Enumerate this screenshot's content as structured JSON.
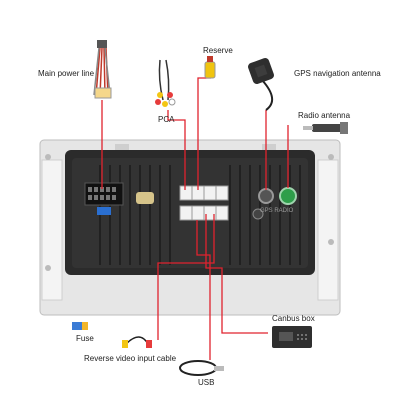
{
  "labels": {
    "main_power_line": "Main power line",
    "pca": "PCA",
    "reserve": "Reserve",
    "gps_antenna": "GPS navigation antenna",
    "radio_antenna": "Radio antenna",
    "fuse": "Fuse",
    "reverse_video": "Reverse video input cable",
    "usb": "USB",
    "canbus_box": "Canbus box"
  },
  "unit_marks": {
    "gps_radio_print": "GPS RADIO"
  },
  "colors": {
    "callout_line": "#e0232e",
    "radio_port": "#2e9e4a",
    "blue_port": "#2a6fd1",
    "frame": "#d8d8d8",
    "unit_body": "#2b2b2b"
  }
}
